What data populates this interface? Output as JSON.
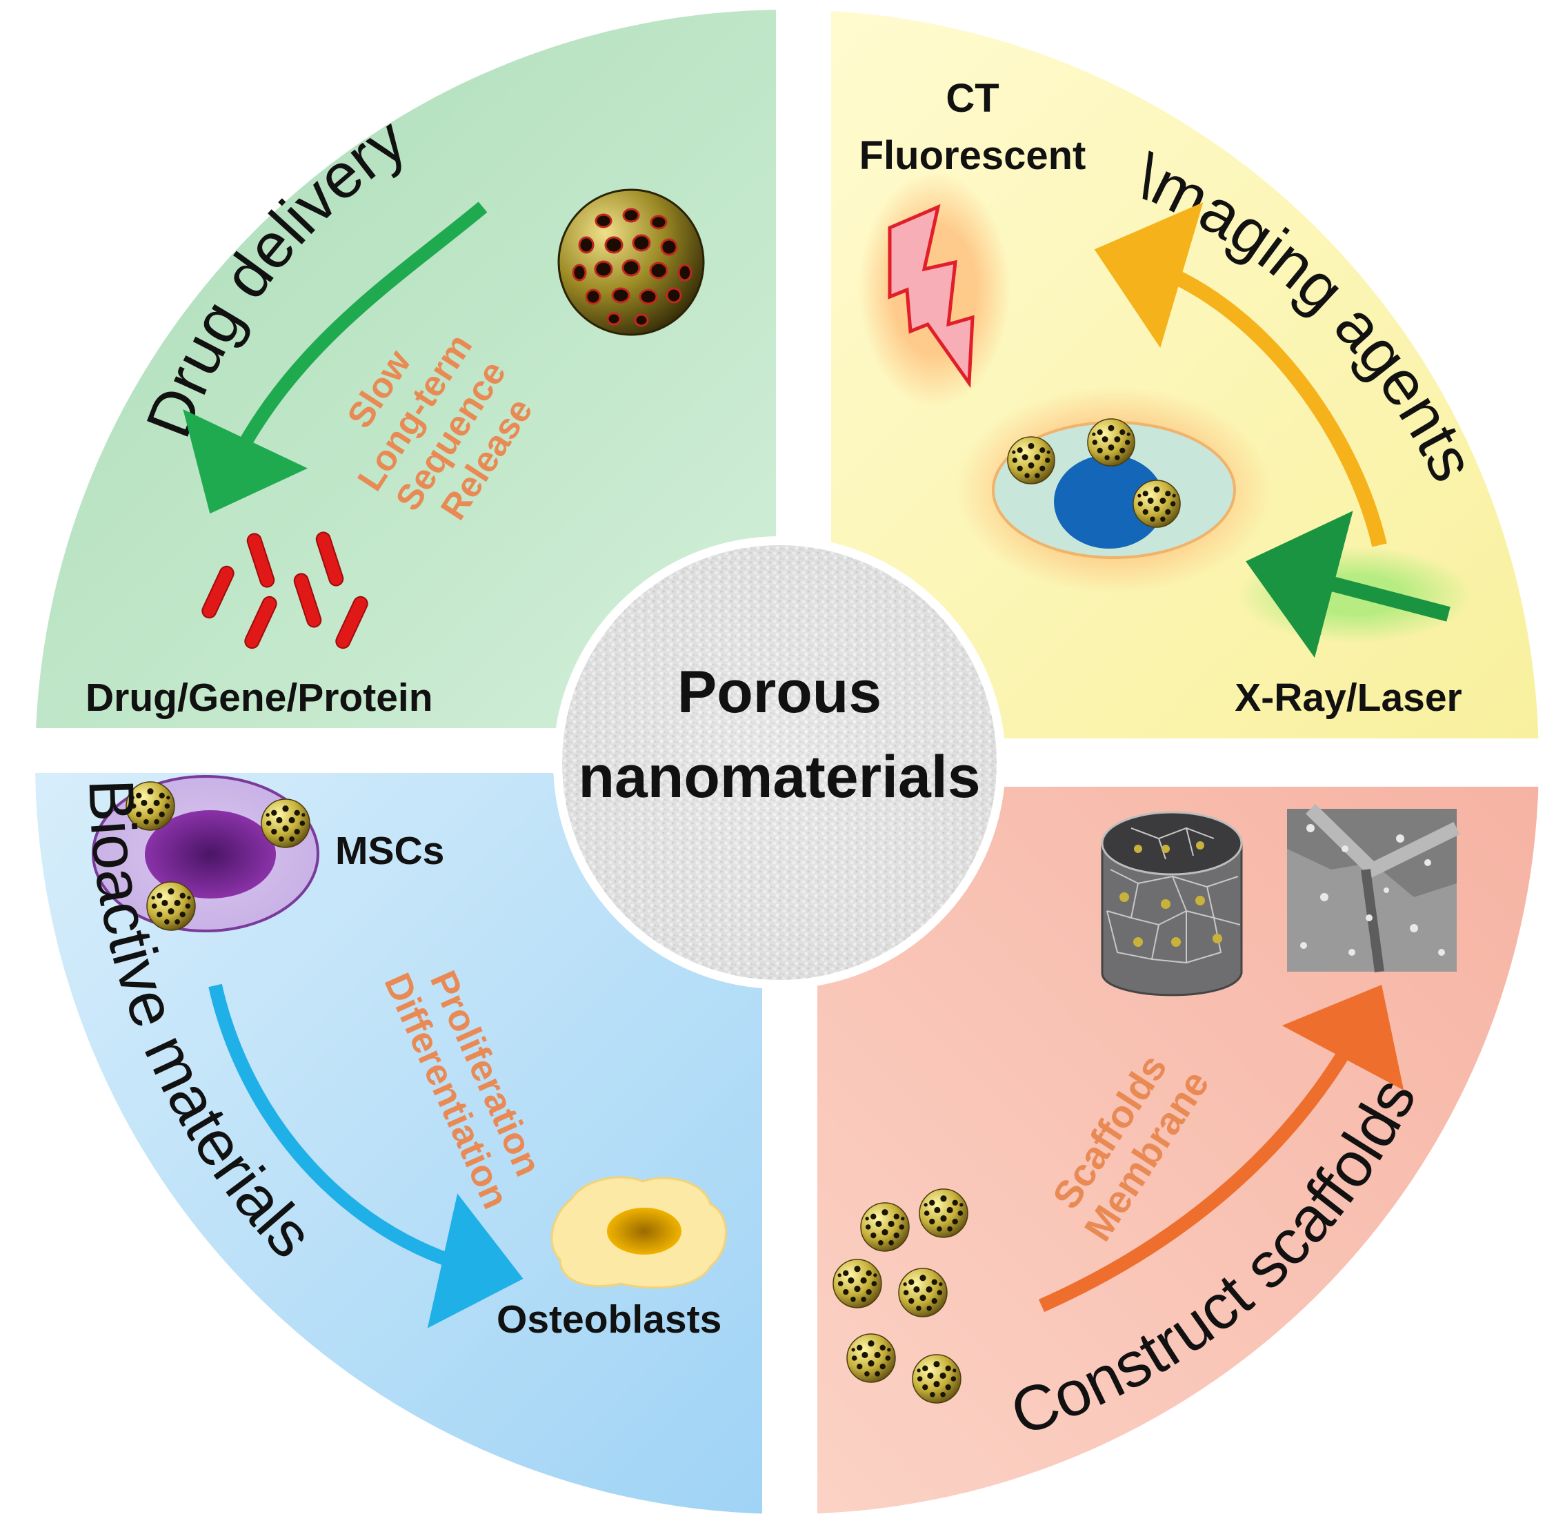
{
  "center": {
    "line1": "Porous",
    "line2": "nanomaterials"
  },
  "quadrants": {
    "drug_delivery": {
      "title": "Drug delivery",
      "release_modes": [
        "Slow",
        "Long-term",
        "Sequence",
        "Release"
      ],
      "cargo_label": "Drug/Gene/Protein",
      "color": "#bfe6c8"
    },
    "imaging": {
      "title": "\\maging agents",
      "modes_line1": "CT",
      "modes_line2": "Fluorescent",
      "source_label": "X-Ray/Laser",
      "color": "#fbf5b8"
    },
    "bioactive": {
      "title": "Bioactive materials",
      "cell_label": "MSCs",
      "effects": [
        "Proliferation",
        "Differentiation"
      ],
      "target_label": "Osteoblasts",
      "color": "#bfe1f7"
    },
    "scaffolds": {
      "title": "Construct scaffolds",
      "forms": [
        "Scaffolds",
        "Membrane"
      ],
      "color": "#f8c3b5"
    }
  },
  "colors": {
    "orange_text": "#e98a55",
    "green_arrow": "#1faa50",
    "yellow_arrow": "#f5b21a",
    "blue_arrow": "#1fb0e8",
    "orange_arrow": "#ee6f2d",
    "drug_red": "#e01818"
  }
}
